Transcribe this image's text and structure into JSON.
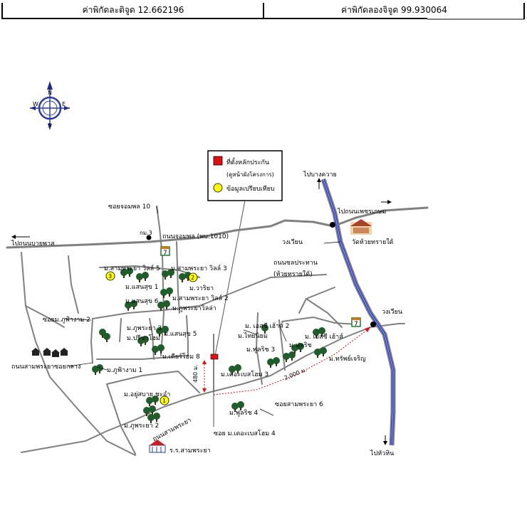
{
  "coords": {
    "latitude": "ค่าพิกัดละติจูด 12.662196",
    "longitude": "ค่าพิกัดลองจิจูด 99.930064"
  },
  "legend": {
    "site_line1": "ที่ตั้งหลักประกัน",
    "site_line2": "(ดูหน้าผังโครงการ)",
    "comparable": "ข้อมูลเปรียบเทียบ"
  },
  "compass": {
    "n": "N",
    "s": "S",
    "e": "E",
    "w": "W"
  },
  "colors": {
    "road": "#808080",
    "river_outline": "#808080",
    "river": "#1a2fd6",
    "site": "#e01010",
    "comparable": "#ffff00",
    "distance": "#e01010"
  },
  "labels": {
    "to_bang_kwai": "ไปบางควาย",
    "to_phetkasem": "ไปถนนเพชรเกษม",
    "to_bai_pas": "ไปถนนบายพาส",
    "to_hua_hin": "ไปหัวหิน",
    "soi_chomphon_10": "ซอยจอมพล 10",
    "km3": "กม.3",
    "chomphon_rd": "ถนนจอมพล (พบ.1010)",
    "wongwian_1": "วงเวียน",
    "wat": "วัดห้วยทรายใต้",
    "chonprathan_rd": "ถนนชลประทาน",
    "huay_sai_tai": "(ห้วยทรายใต้)",
    "wongwian_2": "วงเวียน",
    "m_sampraya_villa5": "ม.สามพระยา วิลล์ 5",
    "m_sampraya_villa3": "ม.สามพระยา วิลล์ 3",
    "m_saensuk1": "ม.แสนสุข 1",
    "m_wariya": "ม.วาริยา",
    "m_sampraya_villa2": "ม.สามพระยา วิลล์ 2",
    "m_saensuk6": "ม.แสนสุข 6",
    "m_phupraya_villa": "ม.ภูพระยาวิลล่า",
    "soi_phufangam2": "ซอยม.ภูฟ้างาม 2",
    "m_phupraya3": "ม.ภูพระยา 3",
    "m_preecha_home": "ม.ปรีชาโฮม",
    "m_saensuk5": "ม.แสนสุข 5",
    "m_dear_home8": "ม.เดียร์โฮม 8",
    "m_phufangam1": "ม.ภูฟ้างาม 1",
    "thanon_sampraya": "ถนนสามพระยาซอยกลาง",
    "m_yoosabai": "ม.อยู่สบาย ชะอำ",
    "m_phupraya2": "ม.ภูพระยา 2",
    "thanon_sampraya_road": "ถนนสามพระยา",
    "school": "ร.ร.สามพระยา",
    "soi_lacasa4": "ซอย ม.เดอะเบสโฮม 4",
    "m_sc_asset2": "ม. เอสซี เฮ้าส์ 2",
    "m_thai_niyom": "ม.ไทยนิยม",
    "m_phulich3": "ม.ฟูลริช 3",
    "m_lacasa3": "ม.เดอะเบสโฮม 3",
    "m_phurich": "ม.ฟูลริช",
    "m_sc_house": "ม. เอสซี เฮ้าส์",
    "m_sapcharoen": "ม.ทรัพย์เจริญ",
    "soi_sampraya6": "ซอยสามพระยา 6",
    "m_phulich4": "ม.ฟูลริช 4",
    "dist_480": "480 ม.",
    "dist_2000": "2,000 ม.",
    "seven_eleven": "7"
  },
  "markers": {
    "m1": "1",
    "m2": "2",
    "m3": "3"
  }
}
